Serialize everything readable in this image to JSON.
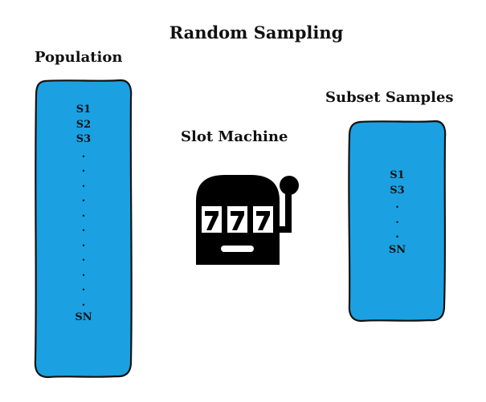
{
  "diagram": {
    "title": "Random Sampling",
    "population": {
      "label": "Population",
      "items": [
        "S1",
        "S2",
        "S3",
        ".",
        ".",
        ".",
        ".",
        ".",
        ".",
        ".",
        ".",
        ".",
        ".",
        ".",
        "SN"
      ]
    },
    "slot_machine": {
      "label": "Slot Machine",
      "icon": "slot-machine-icon"
    },
    "subset": {
      "label": "Subset Samples",
      "items": [
        "S1",
        "S3",
        ".",
        ".",
        ".",
        "SN"
      ]
    },
    "colors": {
      "box_fill": "#1ba1e2",
      "outline": "#111111",
      "icon": "#000000"
    }
  }
}
